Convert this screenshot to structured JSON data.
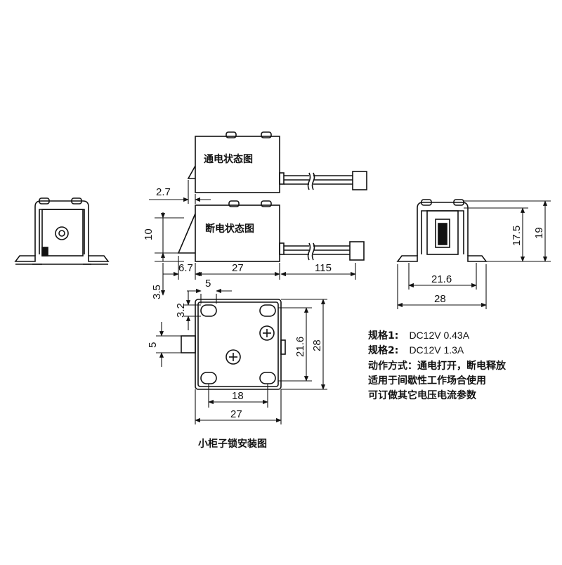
{
  "labels": {
    "energized_state": "通电状态图",
    "deenergized_state": "断电状态图",
    "caption": "小柜子锁安装图"
  },
  "dimensions": {
    "d_2_7": "2.7",
    "d_10": "10",
    "d_6_7": "6.7",
    "d_27_side": "27",
    "d_115": "115",
    "d_3_5": "3.5",
    "d_5_top": "5",
    "d_3_2": "3.2",
    "d_5_left": "5",
    "d_21_6_v": "21.6",
    "d_28_v": "28",
    "d_18": "18",
    "d_27_bottom": "27",
    "d_17_5": "17.5",
    "d_19": "19",
    "d_21_6_h": "21.6",
    "d_28_h": "28"
  },
  "specs": {
    "spec1_label": "规格1:",
    "spec1_value": "DC12V  0.43A",
    "spec2_label": "规格2:",
    "spec2_value": "DC12V  1.3A",
    "action": "动作方式：通电打开，断电释放",
    "usage": "适用于间歇性工作场合使用",
    "custom": "可订做其它电压电流参数"
  }
}
